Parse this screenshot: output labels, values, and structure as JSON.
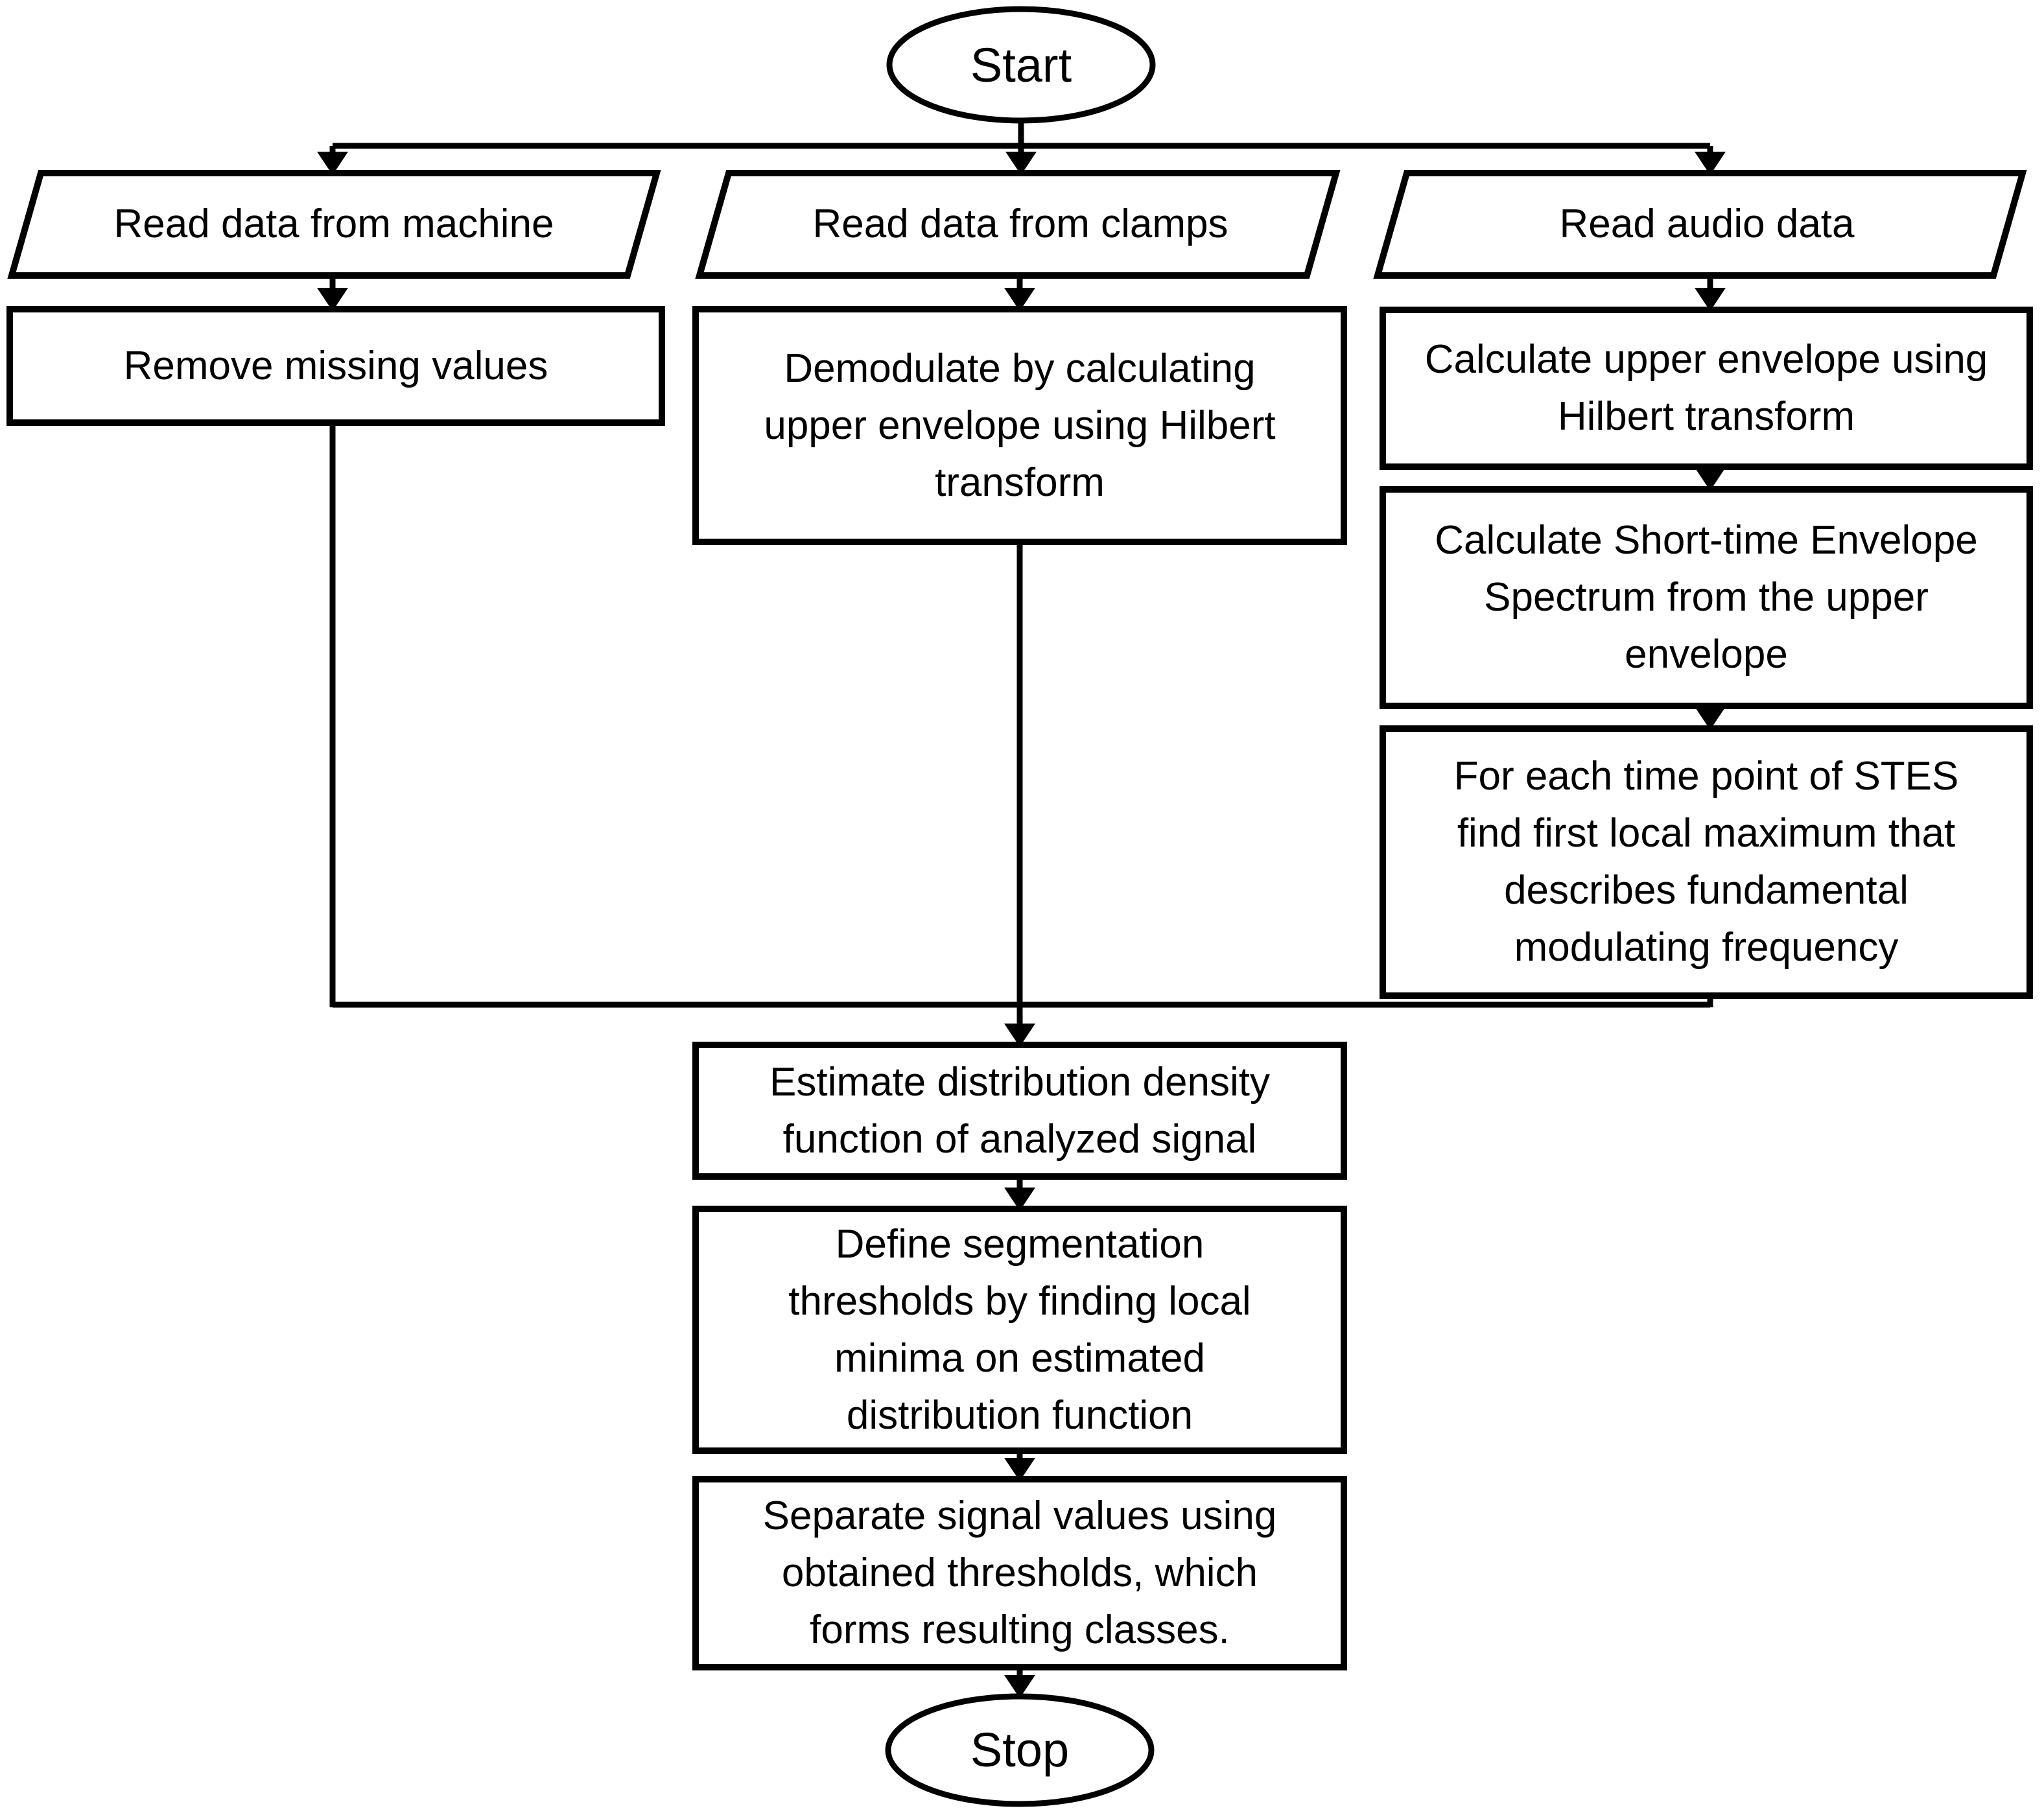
{
  "flowchart": {
    "colors": {
      "stroke": "#000000",
      "background": "#ffffff",
      "text": "#000000"
    },
    "nodes": {
      "start": {
        "type": "terminator",
        "label": "Start"
      },
      "read_machine": {
        "type": "input",
        "label": "Read data from machine"
      },
      "read_clamps": {
        "type": "input",
        "label": "Read data from clamps"
      },
      "read_audio": {
        "type": "input",
        "label": "Read audio data"
      },
      "remove_missing": {
        "type": "process",
        "label": "Remove missing values"
      },
      "demodulate": {
        "type": "process",
        "label": "Demodulate by calculating\nupper envelope using Hilbert\ntransform"
      },
      "calc_upper_envelope": {
        "type": "process",
        "label": "Calculate upper envelope using\nHilbert transform"
      },
      "calc_stes": {
        "type": "process",
        "label": "Calculate Short-time Envelope\nSpectrum from the upper\nenvelope"
      },
      "find_local_max": {
        "type": "process",
        "label": "For each time point of STES\nfind first local maximum that\ndescribes fundamental\nmodulating frequency"
      },
      "estimate_density": {
        "type": "process",
        "label": "Estimate distribution density\nfunction of analyzed signal"
      },
      "define_thresholds": {
        "type": "process",
        "label": "Define segmentation\nthresholds by finding local\nminima on estimated\ndistribution function"
      },
      "separate_values": {
        "type": "process",
        "label": "Separate signal values using\nobtained thresholds, which\nforms resulting classes."
      },
      "stop": {
        "type": "terminator",
        "label": "Stop"
      }
    }
  }
}
